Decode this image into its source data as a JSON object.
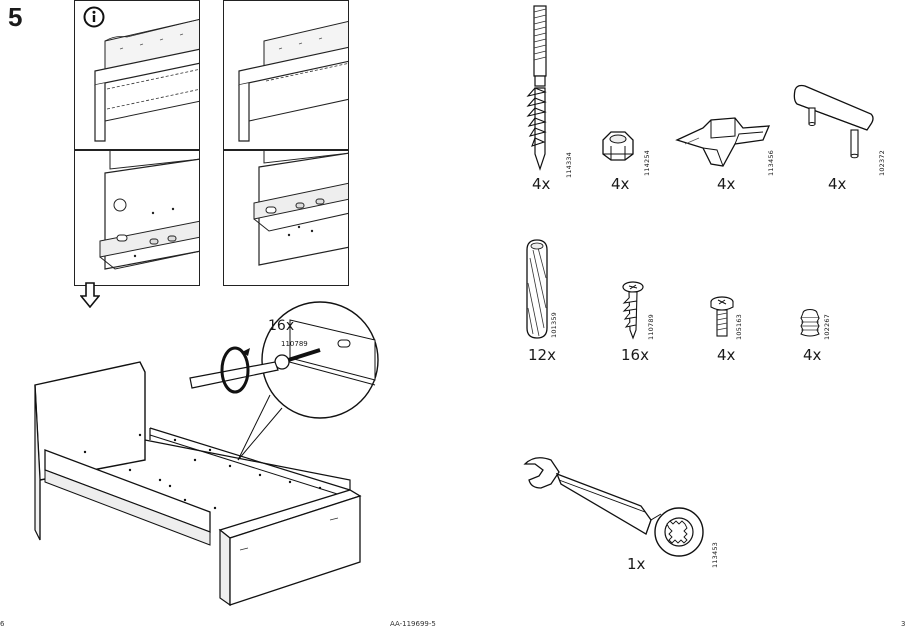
{
  "step": {
    "number": "5"
  },
  "inset": {
    "quantity": "16x",
    "part_code": "110789"
  },
  "parts": [
    {
      "code": "114334",
      "quantity": "4x",
      "icon": "hanger-bolt-icon"
    },
    {
      "code": "114254",
      "quantity": "4x",
      "icon": "hex-nut-icon"
    },
    {
      "code": "113456",
      "quantity": "4x",
      "icon": "bracket-icon"
    },
    {
      "code": "102372",
      "quantity": "4x",
      "icon": "support-leg-icon"
    },
    {
      "code": "101359",
      "quantity": "12x",
      "icon": "wooden-dowel-icon"
    },
    {
      "code": "110789",
      "quantity": "16x",
      "icon": "wood-screw-icon"
    },
    {
      "code": "105163",
      "quantity": "4x",
      "icon": "machine-screw-icon"
    },
    {
      "code": "102267",
      "quantity": "4x",
      "icon": "plastic-plug-icon"
    },
    {
      "code": "113453",
      "quantity": "1x",
      "icon": "wrench-icon"
    }
  ],
  "footer": {
    "left_page": "6",
    "doc_id": "AA-119699-5",
    "right_page": "3"
  }
}
